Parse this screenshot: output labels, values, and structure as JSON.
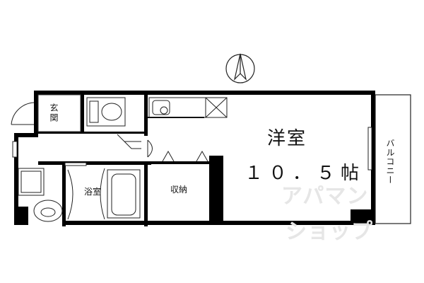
{
  "floorplan": {
    "entrance": "玄関",
    "bath": "浴室",
    "storage": "収納",
    "main_room": "洋室",
    "main_room_size": "１０．５帖",
    "balcony": "バルコニー"
  },
  "watermark": {
    "line1": "アパマン",
    "line2": "ショップ"
  },
  "colors": {
    "wall": "#000000",
    "line": "#222222",
    "watermark": "#e6e6e6"
  },
  "icons": [
    "north-compass-icon",
    "toilet-icon",
    "sink-icon",
    "bathtub-icon",
    "washing-machine-icon",
    "kitchen-sink-icon",
    "ventilation-icon"
  ]
}
